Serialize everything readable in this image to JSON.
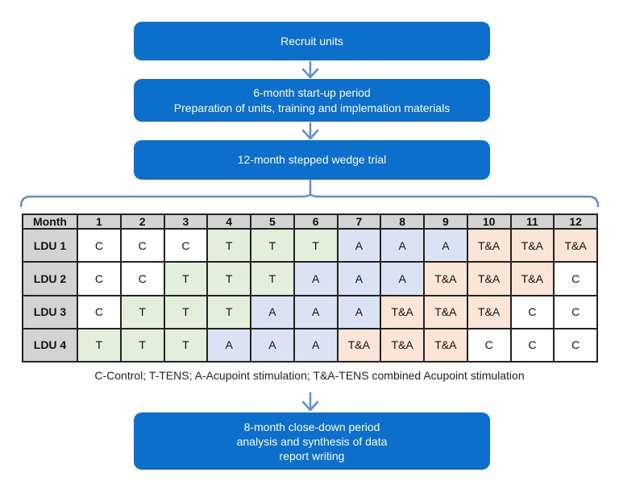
{
  "colors": {
    "box": "#0b6fcb",
    "arrow": "#5b8fd6",
    "header": "#d3d3d3",
    "C": "#ffffff",
    "T": "#e2efda",
    "A": "#dae3f3",
    "T&A": "#fbe5d6"
  },
  "boxes": {
    "recruit": {
      "lines": [
        "Recruit units"
      ]
    },
    "startup": {
      "lines": [
        "6-month start-up period",
        "Preparation of units, training and implemation materials"
      ]
    },
    "trial": {
      "lines": [
        "12-month stepped wedge trial"
      ]
    },
    "closedown": {
      "lines": [
        "8-month close-down period",
        "analysis and synthesis of data",
        "report writing"
      ]
    }
  },
  "table": {
    "header_label": "Month",
    "months": [
      "1",
      "2",
      "3",
      "4",
      "5",
      "6",
      "7",
      "8",
      "9",
      "10",
      "11",
      "12"
    ],
    "rows": [
      {
        "label": "LDU 1",
        "cells": [
          "C",
          "C",
          "C",
          "T",
          "T",
          "T",
          "A",
          "A",
          "A",
          "T&A",
          "T&A",
          "T&A"
        ]
      },
      {
        "label": "LDU 2",
        "cells": [
          "C",
          "C",
          "T",
          "T",
          "T",
          "A",
          "A",
          "A",
          "T&A",
          "T&A",
          "T&A",
          "C"
        ]
      },
      {
        "label": "LDU 3",
        "cells": [
          "C",
          "T",
          "T",
          "T",
          "A",
          "A",
          "A",
          "T&A",
          "T&A",
          "T&A",
          "C",
          "C"
        ]
      },
      {
        "label": "LDU 4",
        "cells": [
          "T",
          "T",
          "T",
          "A",
          "A",
          "A",
          "T&A",
          "T&A",
          "T&A",
          "C",
          "C",
          "C"
        ]
      }
    ]
  },
  "legend": "C-Control; T-TENS; A-Acupoint stimulation; T&A-TENS combined Acupoint stimulation"
}
